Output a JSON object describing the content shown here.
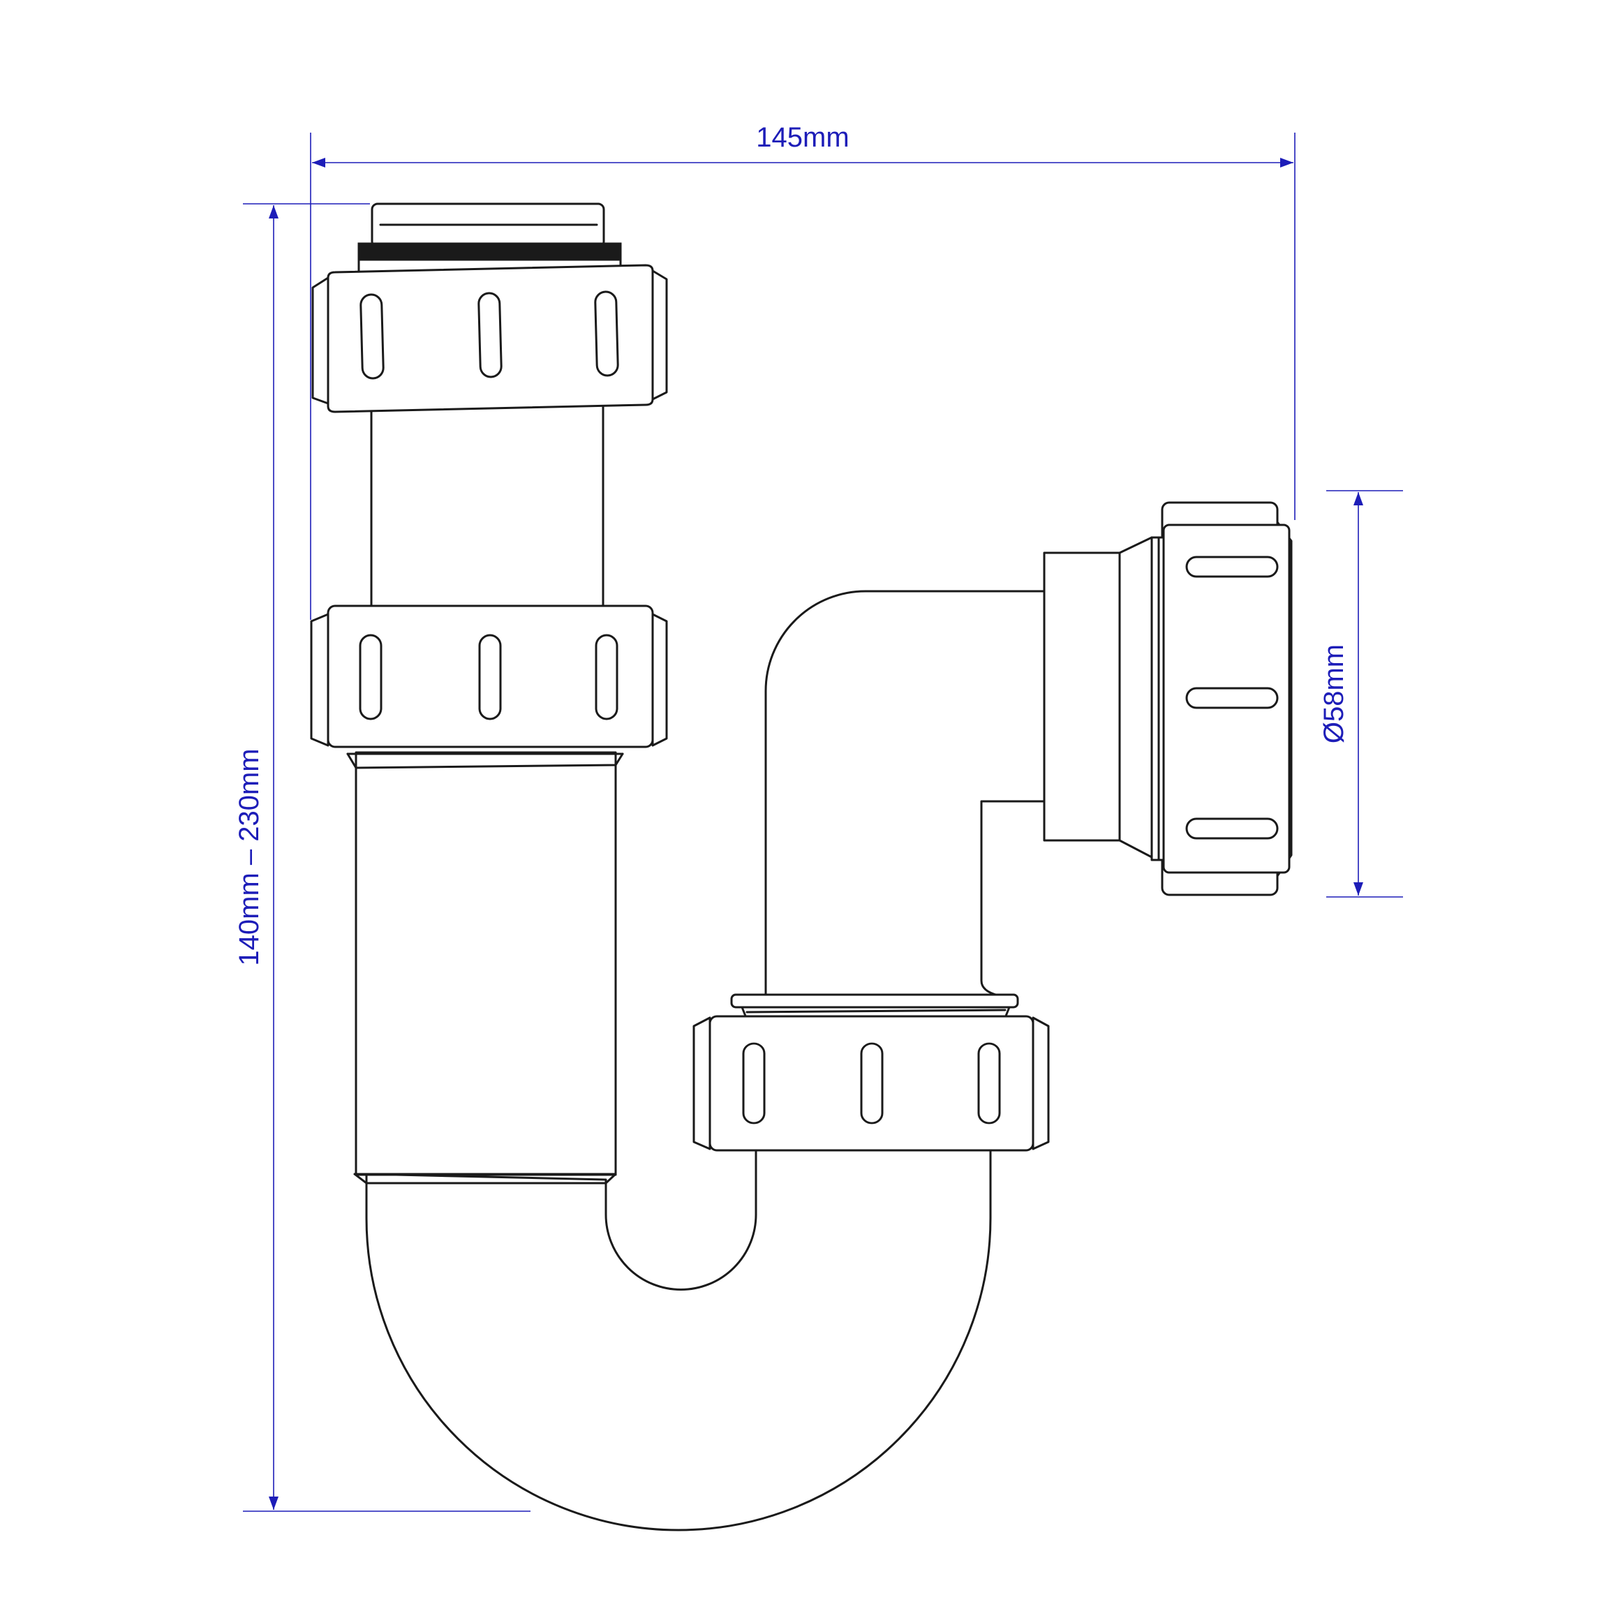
{
  "dimensions": {
    "width_label": "145mm",
    "height_label": "140mm – 230mm",
    "outlet_diameter_label": "Ø58mm"
  },
  "colors": {
    "dimension": "#1d1db8",
    "outline": "#1a1a1a",
    "seal": "#1a1a1a",
    "background": "#ffffff"
  }
}
